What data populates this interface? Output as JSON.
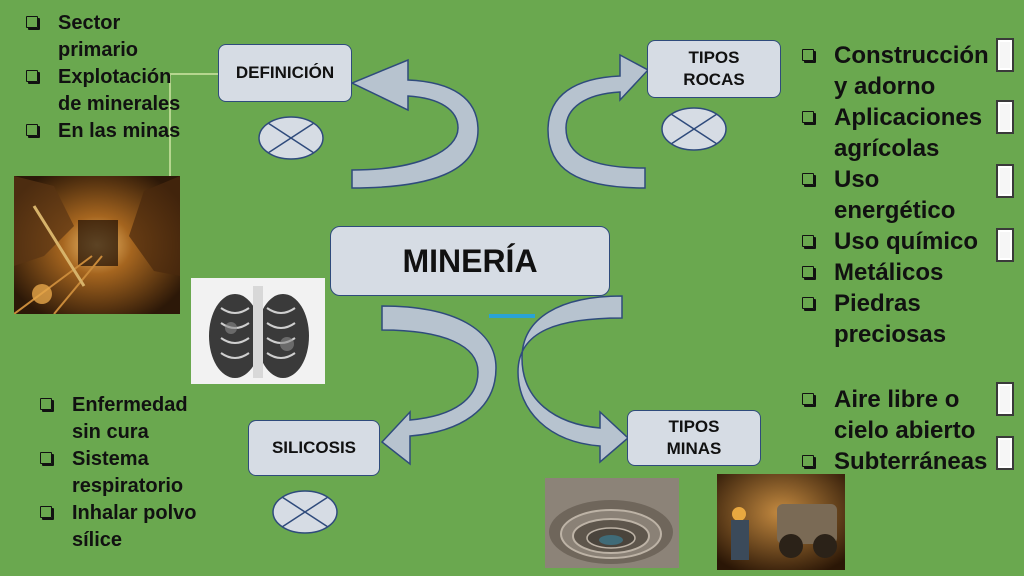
{
  "title": "MINERÍA",
  "nodes": {
    "definicion": "DEFINICIÓN",
    "tipos_rocas_line1": "TIPOS",
    "tipos_rocas_line2": "ROCAS",
    "silicosis": "SILICOSIS",
    "tipos_minas_line1": "TIPOS",
    "tipos_minas_line2": "MINAS"
  },
  "definition_list": [
    {
      "l1": "Sector",
      "l2": "primario"
    },
    {
      "l1": "Explotación",
      "l2": "de minerales"
    },
    {
      "l1": "En las minas",
      "l2": ""
    }
  ],
  "rocks_list": [
    {
      "l1": "Construcción",
      "l2": "y adorno"
    },
    {
      "l1": "Aplicaciones",
      "l2": "agrícolas"
    },
    {
      "l1": "Uso",
      "l2": "energético"
    },
    {
      "l1": "Uso químico",
      "l2": ""
    },
    {
      "l1": "Metálicos",
      "l2": ""
    },
    {
      "l1": "Piedras",
      "l2": "preciosas"
    }
  ],
  "silicosis_list": [
    {
      "l1": "Enfermedad",
      "l2": "sin cura"
    },
    {
      "l1": "Sistema",
      "l2": "respiratorio"
    },
    {
      "l1": "Inhalar polvo",
      "l2": "sílice"
    }
  ],
  "mines_list": [
    {
      "l1": "Aire libre o",
      "l2": "cielo abierto"
    },
    {
      "l1": "Subterráneas",
      "l2": ""
    }
  ],
  "colors": {
    "background": "#6aa84f",
    "box_fill": "#d6dce4",
    "box_border": "#2f4b7c",
    "arrow_fill": "#b7c3cf",
    "accent_line": "#29a3d6"
  },
  "images": [
    "mine-tunnel-photo",
    "chest-xray-photo",
    "open-pit-mine-photo",
    "underground-miner-photo"
  ]
}
